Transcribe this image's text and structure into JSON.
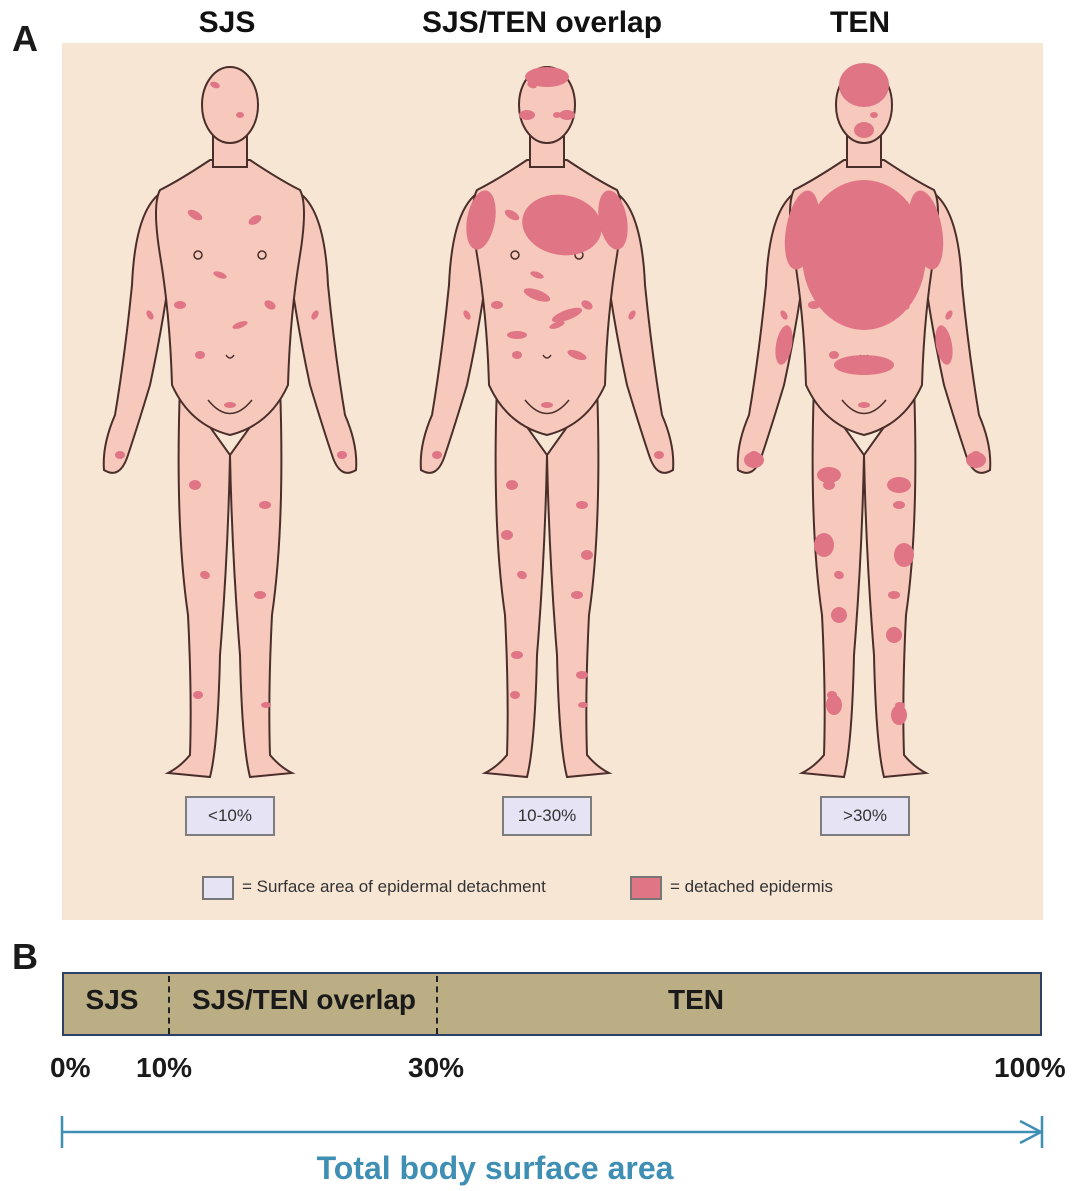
{
  "panel_a": {
    "letter": "A",
    "figures": [
      {
        "id": "sjs",
        "title": "SJS",
        "box": "<10%"
      },
      {
        "id": "overlap",
        "title": "SJS/TEN overlap",
        "box": "10-30%"
      },
      {
        "id": "ten",
        "title": "TEN",
        "box": ">30%"
      }
    ],
    "legend": {
      "surface_area_label": "= Surface area of epidermal detachment",
      "detached_label": "= detached epidermis"
    },
    "colors": {
      "background": "#f8e6d5",
      "skin": "#f7c9bd",
      "lesion": "#e07585",
      "box": "#e6e3f5"
    }
  },
  "panel_b": {
    "letter": "B",
    "segments": [
      {
        "label": "SJS",
        "start": 0,
        "end": 10
      },
      {
        "label": "SJS/TEN overlap",
        "start": 10,
        "end": 30
      },
      {
        "label": "TEN",
        "start": 30,
        "end": 100
      }
    ],
    "ticks": [
      "0%",
      "10%",
      "30%",
      "100%"
    ],
    "axis_title": "Total body surface area",
    "colors": {
      "bar": "#bcae84",
      "border": "#2e3f66",
      "axis": "#3f8fb5"
    }
  }
}
